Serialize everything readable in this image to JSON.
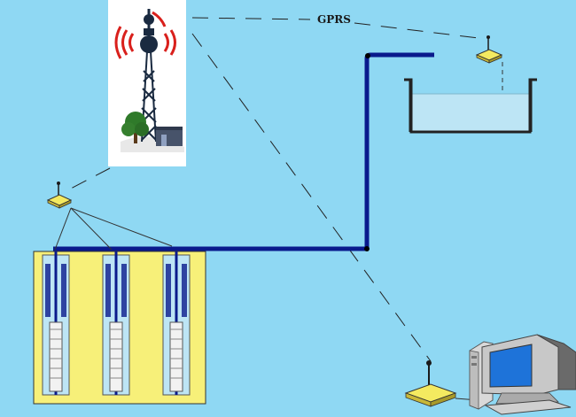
{
  "diagram": {
    "link_label": "GPRS",
    "background_color": "#8fd8f3",
    "pipe_color": "#0a1a8c",
    "link_line_color": "#222222",
    "well_panel_color": "#f7f079",
    "water_color": "#bde5f5",
    "components": [
      {
        "name": "cell-tower",
        "icon": "radio-tower-icon"
      },
      {
        "name": "wireless-modem-tank",
        "icon": "antenna-modem-icon"
      },
      {
        "name": "water-tank",
        "icon": "tank-icon"
      },
      {
        "name": "wireless-modem-wells",
        "icon": "antenna-modem-icon"
      },
      {
        "name": "well-pumps",
        "icon": "borehole-pump-icon",
        "count": 3
      },
      {
        "name": "wireless-modem-pc",
        "icon": "antenna-modem-icon"
      },
      {
        "name": "monitoring-computer",
        "icon": "desktop-computer-icon"
      }
    ]
  }
}
